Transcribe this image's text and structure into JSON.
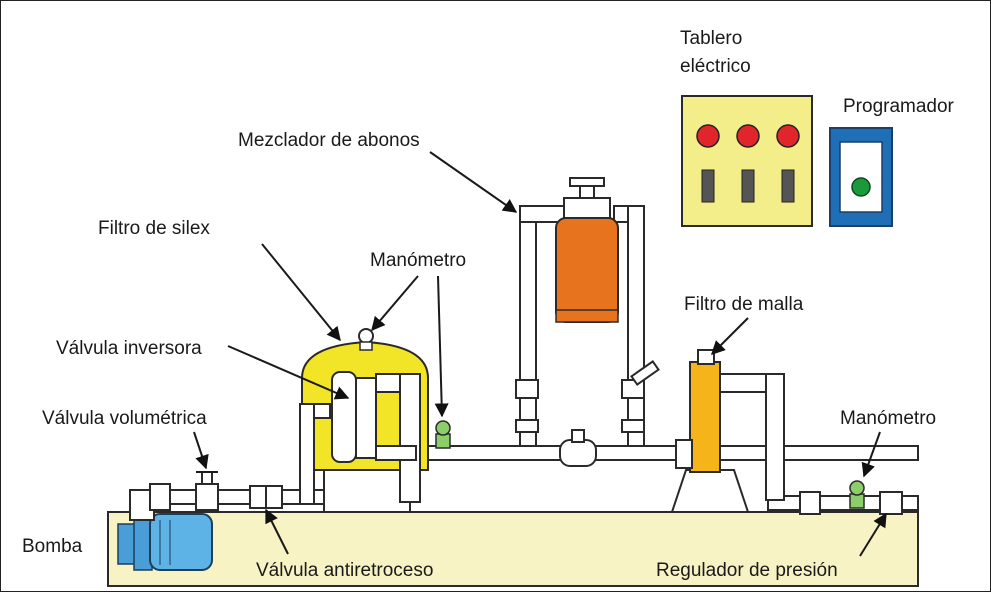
{
  "labels": {
    "tablero": [
      "Tablero",
      "eléctrico"
    ],
    "programador": "Programador",
    "mezclador": "Mezclador de abonos",
    "filtro_silex": "Filtro de silex",
    "manometro_1": "Manómetro",
    "valvula_inversora": "Válvula inversora",
    "filtro_malla": "Filtro de malla",
    "valvula_volumetrica": "Válvula volumétrica",
    "manometro_2": "Manómetro",
    "bomba": "Bomba",
    "valvula_antiretroceso": "Válvula antiretroceso",
    "regulador_presion": "Regulador de presión"
  },
  "colors": {
    "ground": "#f7f3c4",
    "panel": "#f4ee8a",
    "programmer_frame": "#1f6fb6",
    "indicator_red": "#e0262a",
    "indicator_green": "#1a9a3a",
    "silex_filter": "#f2e528",
    "mesh_filter": "#f4b41a",
    "mixer": "#e8731f",
    "pump": "#5db2e6",
    "gauge": "#8ccf6a"
  }
}
